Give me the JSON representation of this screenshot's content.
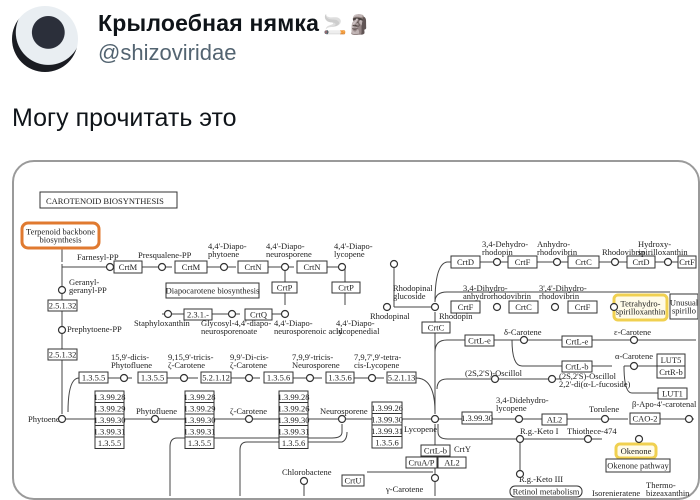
{
  "tweet": {
    "display_name": "Крылоебная нямка",
    "emojis": "🚬🗿",
    "handle": "@shizoviridae",
    "text": "Могу прочитать это"
  },
  "diagram": {
    "title": "CAROTENOID BIOSYNTHESIS",
    "highlight_orange": "#e07a30",
    "highlight_yellow": "#f0d050",
    "boxes": [
      "Terpenoid backbone|biosynthesis",
      "CrtM",
      "CrtM",
      "CrtN",
      "CrtN",
      "Diapocarotene biosynthesis",
      "CrtP",
      "CrtP",
      "2.3.1.-",
      "CrtQ",
      "2.5.1.32",
      "2.5.1.32",
      "1.3.5.5",
      "1.3.5.5",
      "5.2.1.12",
      "1.3.5.6",
      "1.3.5.6",
      "5.2.1.13",
      "1.3.99.28",
      "1.3.99.29",
      "1.3.99.30",
      "1.3.99.31",
      "1.3.5.5",
      "1.3.99.28",
      "1.3.99.29",
      "1.3.99.30",
      "1.3.99.31",
      "1.3.5.5",
      "1.3.99.28",
      "1.3.99.26",
      "1.3.99.30",
      "1.3.99.31",
      "1.3.5.6",
      "1.3.99.26",
      "1.3.99.30",
      "1.3.99.31",
      "1.3.5.6",
      "CrtD",
      "CrtF",
      "CrtC",
      "CrtD",
      "CrtF",
      "CrtC",
      "CrtF",
      "Tetrahydro-|spirilloxanthin",
      "Unusual|spirillo",
      "CrtC",
      "CrtL-e",
      "CrtL-e",
      "CrtL-b",
      "LUT5",
      "CrtR-b",
      "LUT1",
      "1.3.99.30",
      "AL2",
      "CAO-2",
      "CrtL-b",
      "CruA/P",
      "AL2",
      "Okenone",
      "Okenone pathway",
      "CrtU",
      "Retinol metabolism"
    ],
    "compounds": [
      "Farnesyl-PP",
      "Presqualene-PP",
      "4,4'-Diapo-|phytoene",
      "4,4'-Diapo-|neurosporene",
      "4,4'-Diapo-|lycopene",
      "Geranyl-|geranyl-PP",
      "Staphyloxanthin",
      "Glycosyl-4,4'-diapo-|neurosporenoate",
      "4,4'-Diapo-|neurosporenoic acid",
      "4,4'-Diapo-|lycopenedial",
      "Prephytoene-PP",
      "15,9'-dicis-|Phytofluene",
      "9,15,9'-tricis-|ζ-Carotene",
      "9,9'-Di-cis-|ζ-Carotene",
      "7,9,9'-tricis-|Neurosporene",
      "7,9,7',9'-tetra-|cis-Lycopene",
      "Phytoene",
      "Phytofluene",
      "ζ-Carotene",
      "Neurosporene",
      "Lycopene",
      "Chlorobactene",
      "γ-Carotene",
      "Rhodopinal|glucoside",
      "Rhodopinal",
      "Rhodopin",
      "3,4-Dehydro-|rhodopin",
      "Anhydro-|rhodovibrin",
      "Rhodovibrin",
      "Hydroxy-|spirilloxanthin",
      "3,4-Dihydro-|anhydrorhodovibrin",
      "3',4'-Dihydro-|rhodovibrin",
      "δ-Carotene",
      "ε-Carotene",
      "α-Carotene",
      "(2S,2'S)-Oscillol",
      "(2S,2'S)-Oscillol|2,2'-di(α-L-fucoside)",
      "3,4-Didehydro-|lycopene",
      "Torulene",
      "β-Apo-4'-carotenal",
      "R.g.-Keto I",
      "Thiothece-474",
      "R.g.-Keto III",
      "Isorenieratene",
      "Thermo-|bizeaxanthin",
      "CrtY"
    ]
  }
}
